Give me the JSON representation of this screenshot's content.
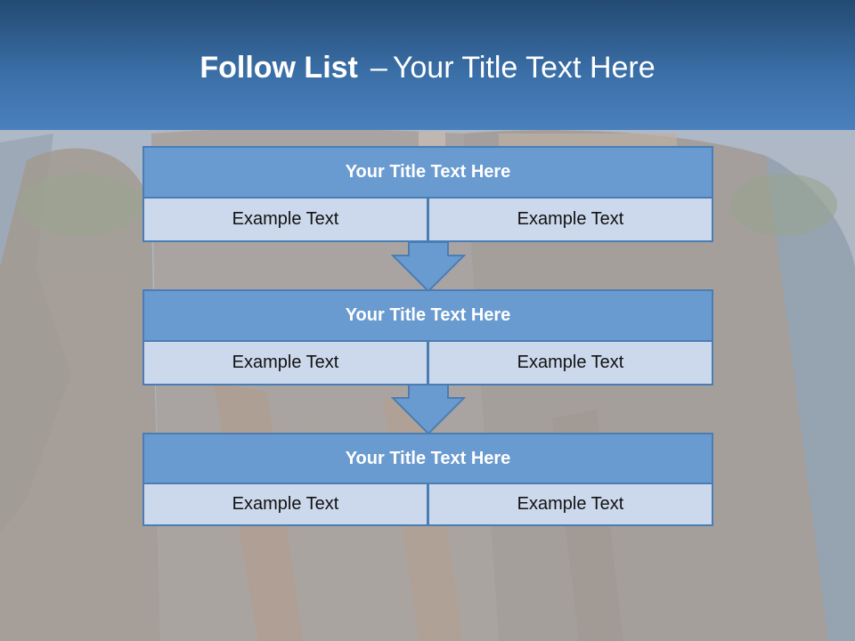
{
  "header": {
    "title_bold": "Follow List",
    "title_dash": "–",
    "title_rest": "Your Title Text Here"
  },
  "steps": [
    {
      "title": "Your Title Text Here",
      "left": "Example Text",
      "right": "Example Text"
    },
    {
      "title": "Your Title Text Here",
      "left": "Example Text",
      "right": "Example Text"
    },
    {
      "title": "Your Title Text Here",
      "left": "Example Text",
      "right": "Example Text"
    }
  ],
  "colors": {
    "header_top": "#234a72",
    "header_bottom": "#4a81bd",
    "box_title_fill": "#6a9bd0",
    "box_border": "#4a7db4",
    "cell_fill": "#ccd9ec",
    "arrow_fill": "#6a9bd0"
  },
  "icons": {
    "connector": "down-arrow-icon",
    "background": "cliff-monastery-photo"
  }
}
